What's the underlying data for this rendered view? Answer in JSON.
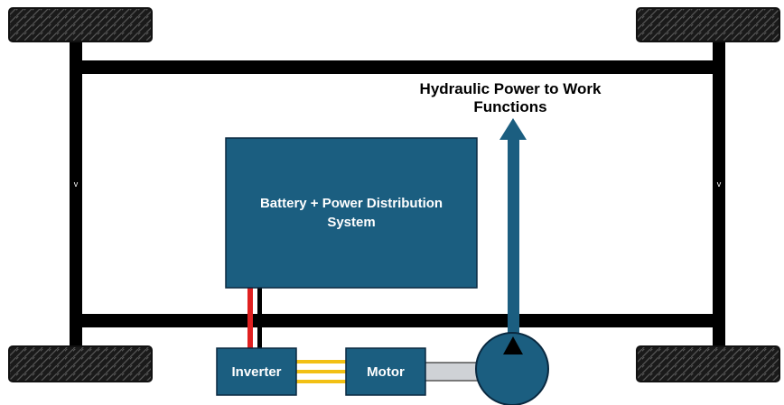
{
  "diagram": {
    "battery_label": "Battery + Power Distribution System",
    "inverter_label": "Inverter",
    "motor_label": "Motor",
    "hydraulic_label": "Hydraulic Power to Work Functions",
    "frame_mark_left": "v",
    "frame_mark_right": "v"
  },
  "colors": {
    "component_fill": "#1b5e80",
    "component_border": "#0a2940",
    "frame": "#000000",
    "tire": "#1a1a1a",
    "positive_wire": "#e02020",
    "negative_wire": "#000000",
    "ac_wires": "#f2c014",
    "shaft": "#cfd2d6"
  },
  "icons": {
    "tires": "tire-icon",
    "pump": "hydraulic-pump-icon",
    "arrow": "arrow-up-icon"
  }
}
